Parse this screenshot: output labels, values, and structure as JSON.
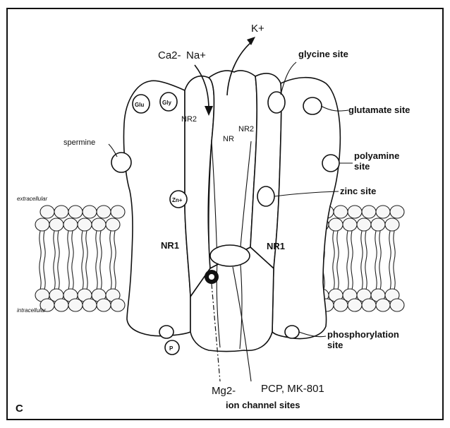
{
  "figure": {
    "panel_letter": "C",
    "subunits": {
      "nr1_left": "NR1",
      "nr1_right": "NR1",
      "nr2_left": "NR2",
      "nr2_right": "NR2",
      "center": "NR"
    },
    "ions": {
      "calcium": "Ca2-",
      "sodium": "Na+",
      "potassium": "K+"
    },
    "small_sites": {
      "glu": "Glu",
      "gly": "Gly",
      "zn": "Zn+",
      "p": "P"
    },
    "regions": {
      "extracellular": "extracellular",
      "intracellular": "intracellular"
    },
    "site_labels": {
      "glycine": "glycine site",
      "glutamate": "glutamate site",
      "polyamine": "polyamine\nsite",
      "zinc": "zinc site",
      "phosphorylation": "phosphorylation\nsite",
      "spermine": "spermine"
    },
    "bottom_labels": {
      "mg": "Mg2-",
      "pcp": "PCP, MK-801",
      "ion_channel": "ion channel sites"
    }
  }
}
